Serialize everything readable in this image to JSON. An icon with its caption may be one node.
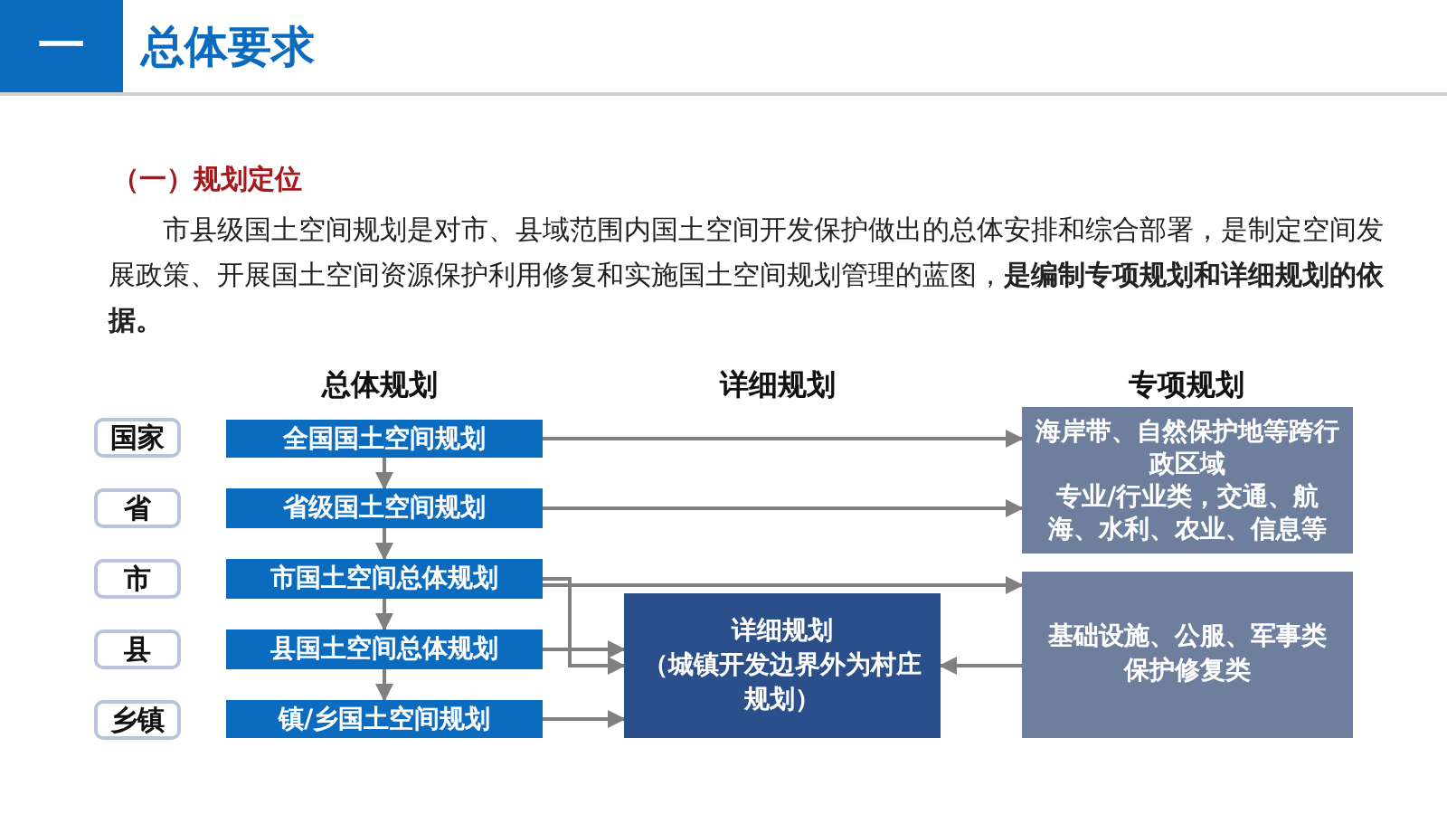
{
  "diagram": {
    "title": "总体要求",
    "nodes": [
      {
        "text": [
          "国家"
        ]
      },
      {
        "text": [
          "省"
        ]
      },
      {
        "text": [
          "市"
        ]
      },
      {
        "text": [
          "县"
        ]
      },
      {
        "text": [
          "乡镇"
        ]
      },
      {
        "text": [
          "全国国土空间规划"
        ]
      },
      {
        "text": [
          "省级国土空间规划"
        ]
      },
      {
        "text": [
          "市国土空间总体规划"
        ]
      },
      {
        "text": [
          "县国土空间总体规划"
        ]
      },
      {
        "text": [
          "镇/乡国土空间规划"
        ]
      },
      {
        "text": [
          "详细规划",
          "（城镇开发边界外为村庄规划）"
        ]
      },
      {
        "text": [
          "海岸带、自然保护地等跨行政区域",
          "专业/行业类，交通、航海、水利、农业、信息等"
        ]
      },
      {
        "text": [
          "基础设施、公服、军事类",
          "保护修复类"
        ]
      }
    ],
    "edges": [
      {
        "from": 5,
        "to": 6,
        "arrow": "to"
      },
      {
        "from": 6,
        "to": 7,
        "arrow": "to"
      },
      {
        "from": 7,
        "to": 8,
        "arrow": "to"
      },
      {
        "from": 8,
        "to": 9,
        "arrow": "to"
      },
      {
        "from": 5,
        "to": 11,
        "arrow": "to"
      },
      {
        "from": 6,
        "to": 11,
        "arrow": "to"
      },
      {
        "from": 7,
        "to": 12,
        "arrow": "to"
      },
      {
        "from": 7,
        "to": 10,
        "arrow": "to"
      },
      {
        "from": 8,
        "to": 10,
        "arrow": "to"
      },
      {
        "from": 9,
        "to": 10,
        "arrow": "to"
      },
      {
        "from": 12,
        "to": 10,
        "arrow": "to"
      }
    ],
    "labels": [
      "一",
      "（一）规划定位",
      "市县级国土空间规划是对市、县域范围内国土空间开发保护做出的总体安排和综合部署，是制定空间发展政策、开展国土空间资源保护利用修复和实施国土空间规划管理的蓝图，**是编制专项规划和详细规划的依据。**",
      "总体规划",
      "详细规划",
      "专项规划"
    ]
  }
}
